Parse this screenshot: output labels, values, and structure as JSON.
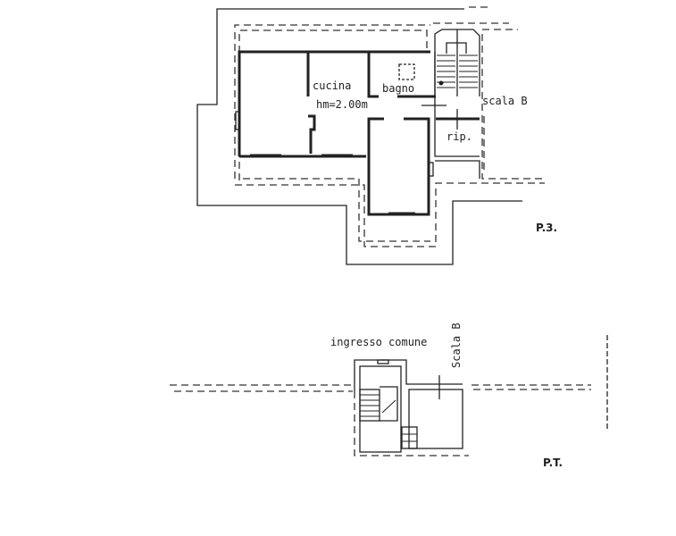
{
  "floor_p3": {
    "rooms": {
      "kitchen": "cucina",
      "kitchen_height": "hm=2.00m",
      "bathroom": "bagno",
      "storage": "rip."
    },
    "stair_label": "scala B",
    "floor_label": "P.3."
  },
  "floor_pt": {
    "entrance_label": "ingresso comune",
    "stair_label": "Scala B",
    "floor_label": "P.T."
  }
}
